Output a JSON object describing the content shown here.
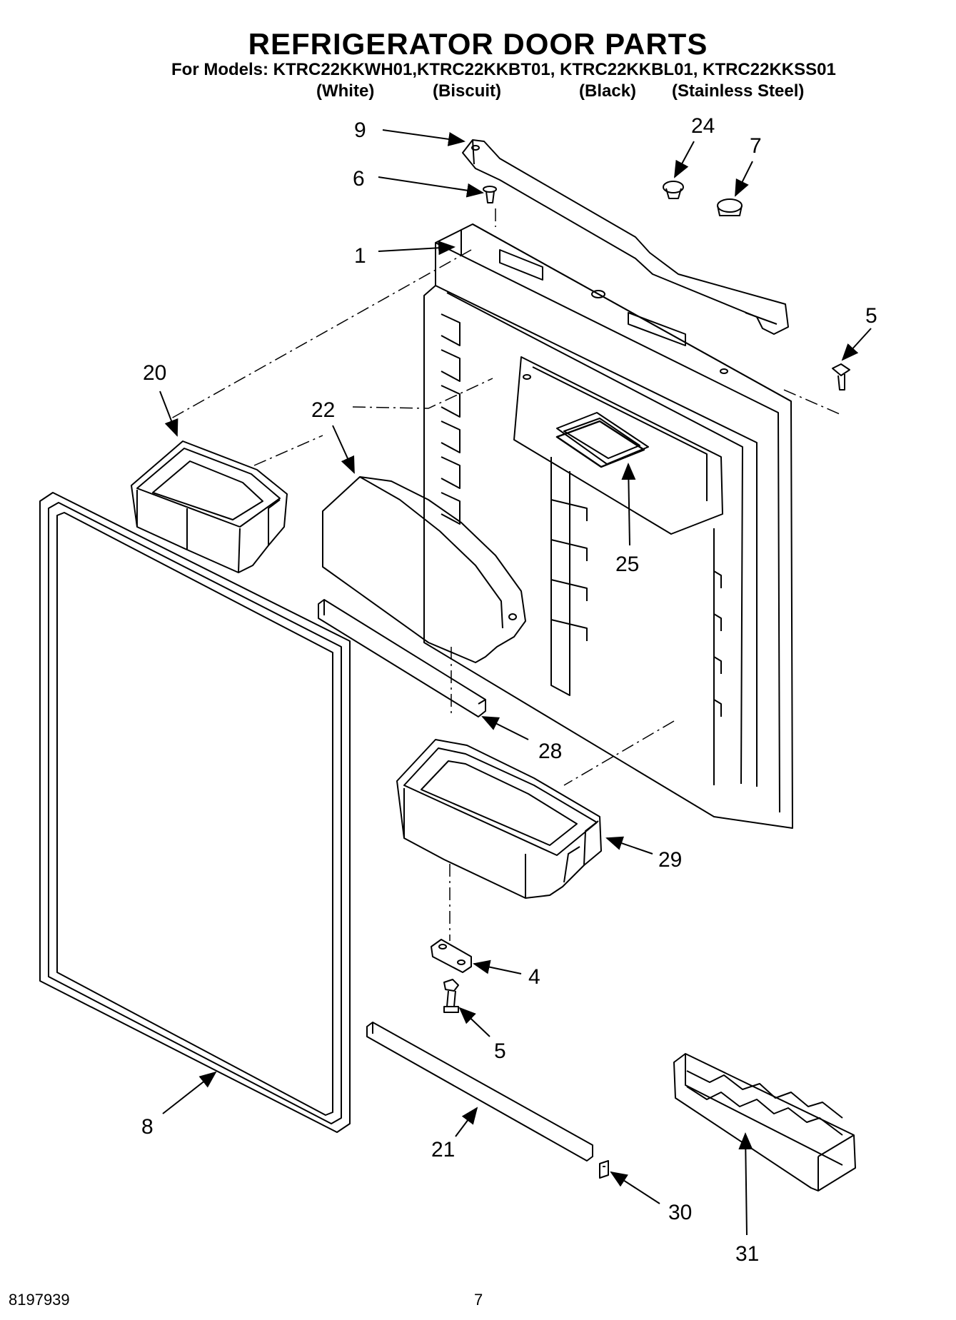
{
  "title": "REFRIGERATOR DOOR PARTS",
  "models_line": "For Models: KTRC22KKWH01,KTRC22KKBT01, KTRC22KKBL01, KTRC22KKSS01",
  "variants": [
    "(White)",
    "(Biscuit)",
    "(Black)",
    "(Stainless Steel)"
  ],
  "callouts": [
    "9",
    "24",
    "7",
    "6",
    "1",
    "5",
    "20",
    "22",
    "25",
    "28",
    "29",
    "4",
    "5",
    "8",
    "21",
    "30",
    "31"
  ],
  "footer": {
    "doc_number": "8197939",
    "page_number": "7"
  }
}
